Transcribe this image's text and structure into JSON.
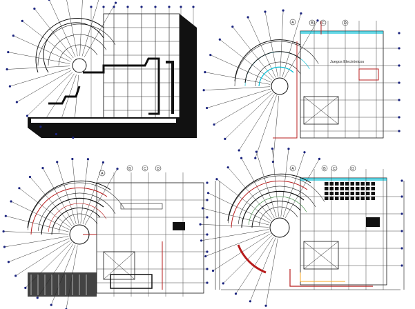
{
  "plans": [
    {
      "id": "plan-tl",
      "area_label": "",
      "gridLetters": []
    },
    {
      "id": "plan-tr",
      "area_label": "Juegos Electrónicos",
      "gridLetters": [
        "A",
        "B",
        "C",
        "D"
      ]
    },
    {
      "id": "plan-bl",
      "area_label": "",
      "gridLetters": [
        "A",
        "B",
        "C",
        "D"
      ]
    },
    {
      "id": "plan-br",
      "area_label": "",
      "gridLetters": [
        "A",
        "B",
        "C",
        "D"
      ]
    }
  ],
  "colors": {
    "line": "#111111",
    "axis": "#1a237e",
    "wall_red": "#b71c1c",
    "accent_cyan": "#00bcd4",
    "accent_green": "#2e7d32",
    "accent_yellow": "#f9a825"
  }
}
